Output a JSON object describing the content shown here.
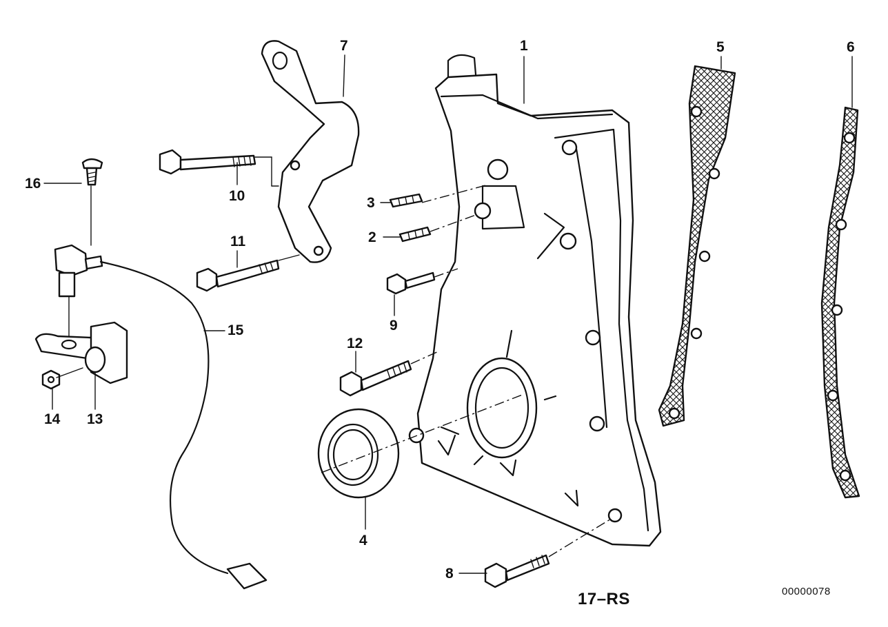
{
  "callouts": {
    "c1": "1",
    "c2": "2",
    "c3": "3",
    "c4": "4",
    "c5": "5",
    "c6": "6",
    "c7": "7",
    "c8": "8",
    "c9": "9",
    "c10": "10",
    "c11": "11",
    "c12": "12",
    "c13": "13",
    "c14": "14",
    "c15": "15",
    "c16": "16"
  },
  "footer": {
    "diagram_code": "17–RS",
    "reference_number": "00000078"
  }
}
